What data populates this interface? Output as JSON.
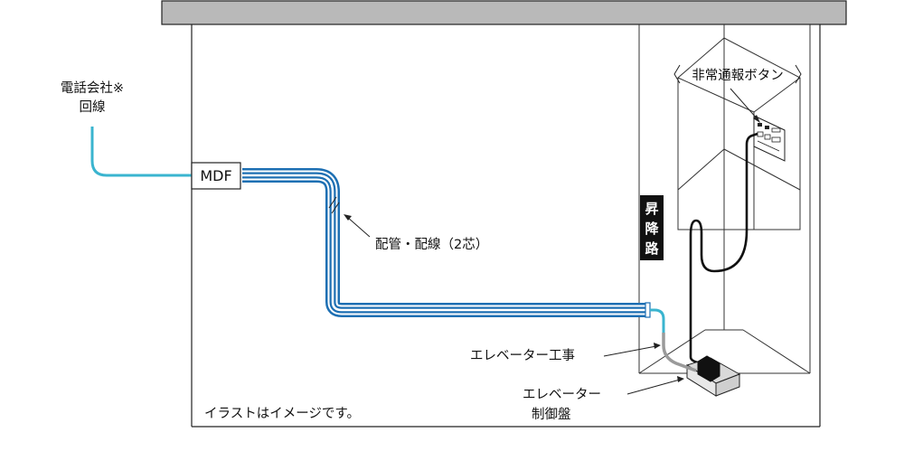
{
  "diagram": {
    "telco_line": [
      "電話会社※",
      "回線"
    ],
    "mdf": "MDF",
    "piping": "配管・配線（2芯）",
    "shaft": [
      "昇",
      "降",
      "路"
    ],
    "emergency_button": "非常通報ボタン",
    "elevator_work": "エレベーター工事",
    "controller": [
      "エレベーター",
      "制御盤"
    ],
    "note": "イラストはイメージです。"
  },
  "colors": {
    "ceiling": "#b9b9b9",
    "cable_cyan": "#3ab4cf",
    "pipe_blue": "#1d6fb3",
    "elevator_cable_gray": "#9a9a9a",
    "line": "#222222"
  }
}
